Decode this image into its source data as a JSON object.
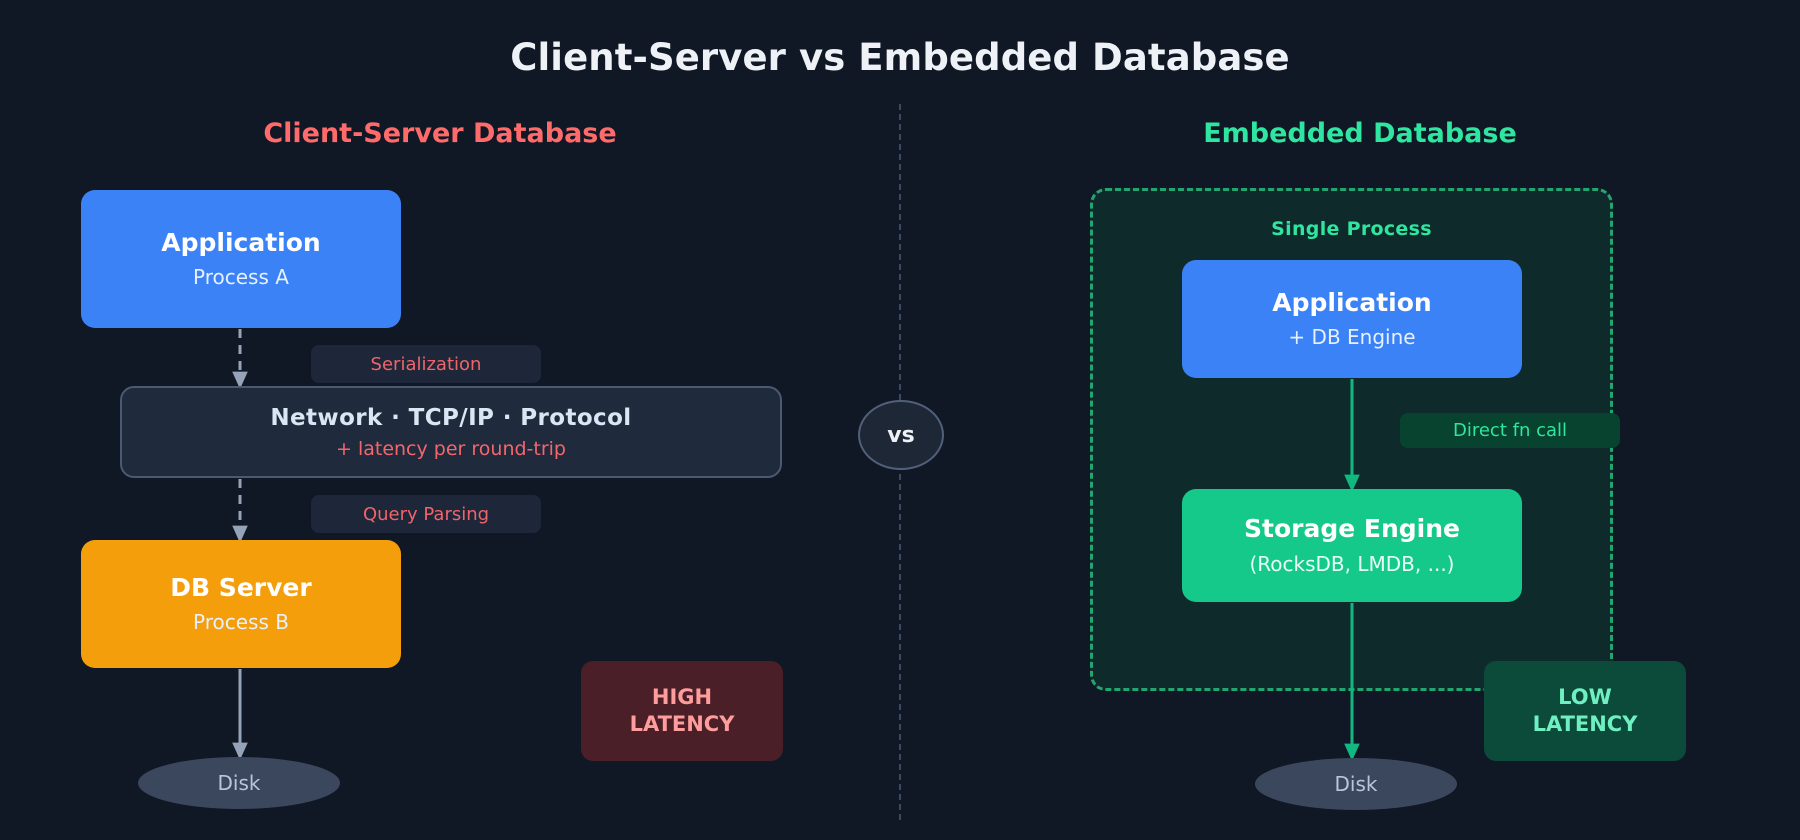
{
  "title": "Client-Server vs Embedded Database",
  "divider": {
    "vs_label": "vs"
  },
  "left_column": {
    "header": "Client-Server Database",
    "app_node": {
      "title": "Application",
      "subtitle": "Process A"
    },
    "chip_serialization": "Serialization",
    "network_node": {
      "title": "Network  ·  TCP/IP  ·  Protocol",
      "subtitle": "+ latency per round-trip"
    },
    "chip_query_parsing": "Query Parsing",
    "db_node": {
      "title": "DB Server",
      "subtitle": "Process B"
    },
    "disk_label": "Disk",
    "latency_badge": {
      "line1": "HIGH",
      "line2": "LATENCY"
    }
  },
  "right_column": {
    "header": "Embedded Database",
    "process_container_label": "Single Process",
    "app_node": {
      "title": "Application",
      "subtitle": "+ DB Engine"
    },
    "chip_direct_call": "Direct fn call",
    "storage_node": {
      "title": "Storage Engine",
      "subtitle": "(RocksDB, LMDB, ...)"
    },
    "disk_label": "Disk",
    "latency_badge": {
      "line1": "LOW",
      "line2": "LATENCY"
    }
  },
  "colors": {
    "background": "#101725",
    "title_text": "#eef2f7",
    "client_server_accent": "#ff6b6b",
    "embedded_accent": "#2ee6a0",
    "application_box": "#3b82f6",
    "db_server_box": "#f59e0b",
    "storage_engine_box": "#14c98a",
    "network_box": "#1f2a3c",
    "network_border": "#4a5a72",
    "disk_ellipse": "#3b475c",
    "high_latency_bg": "#4a1f27",
    "high_latency_text": "#ff9c9c",
    "low_latency_bg": "#0c4a39",
    "low_latency_text": "#6ff0c2",
    "process_container_fill": "#0f2a2b",
    "process_container_border": "#22a56e",
    "dashed_arrow": "#94a3b8",
    "solid_arrow_left": "#94a3b8",
    "solid_arrow_right": "#11b981",
    "divider": "#3b4a63"
  }
}
